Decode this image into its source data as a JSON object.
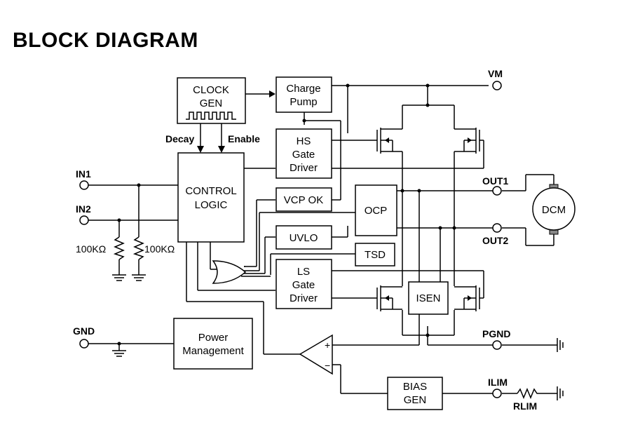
{
  "title": "BLOCK DIAGRAM",
  "blocks": {
    "clock_gen": [
      "CLOCK",
      "GEN"
    ],
    "charge_pump": [
      "Charge",
      "Pump"
    ],
    "hs_gate_driver": [
      "HS",
      "Gate",
      "Driver"
    ],
    "control_logic": [
      "CONTROL",
      "LOGIC"
    ],
    "vcp_ok": "VCP OK",
    "ocp": "OCP",
    "uvlo": "UVLO",
    "tsd": "TSD",
    "ls_gate_driver": [
      "LS",
      "Gate",
      "Driver"
    ],
    "isen": "ISEN",
    "power_management": [
      "Power",
      "Management"
    ],
    "bias_gen": [
      "BIAS",
      "GEN"
    ],
    "motor": "DCM"
  },
  "signals": {
    "decay": "Decay",
    "enable": "Enable"
  },
  "pins": {
    "vm": "VM",
    "in1": "IN1",
    "in2": "IN2",
    "out1": "OUT1",
    "out2": "OUT2",
    "gnd": "GND",
    "pgnd": "PGND",
    "ilim": "ILIM",
    "rlim": "RLIM"
  },
  "resistors": {
    "r1": "100KΩ",
    "r2": "100KΩ"
  },
  "comparator": {
    "plus": "+",
    "minus": "−"
  }
}
